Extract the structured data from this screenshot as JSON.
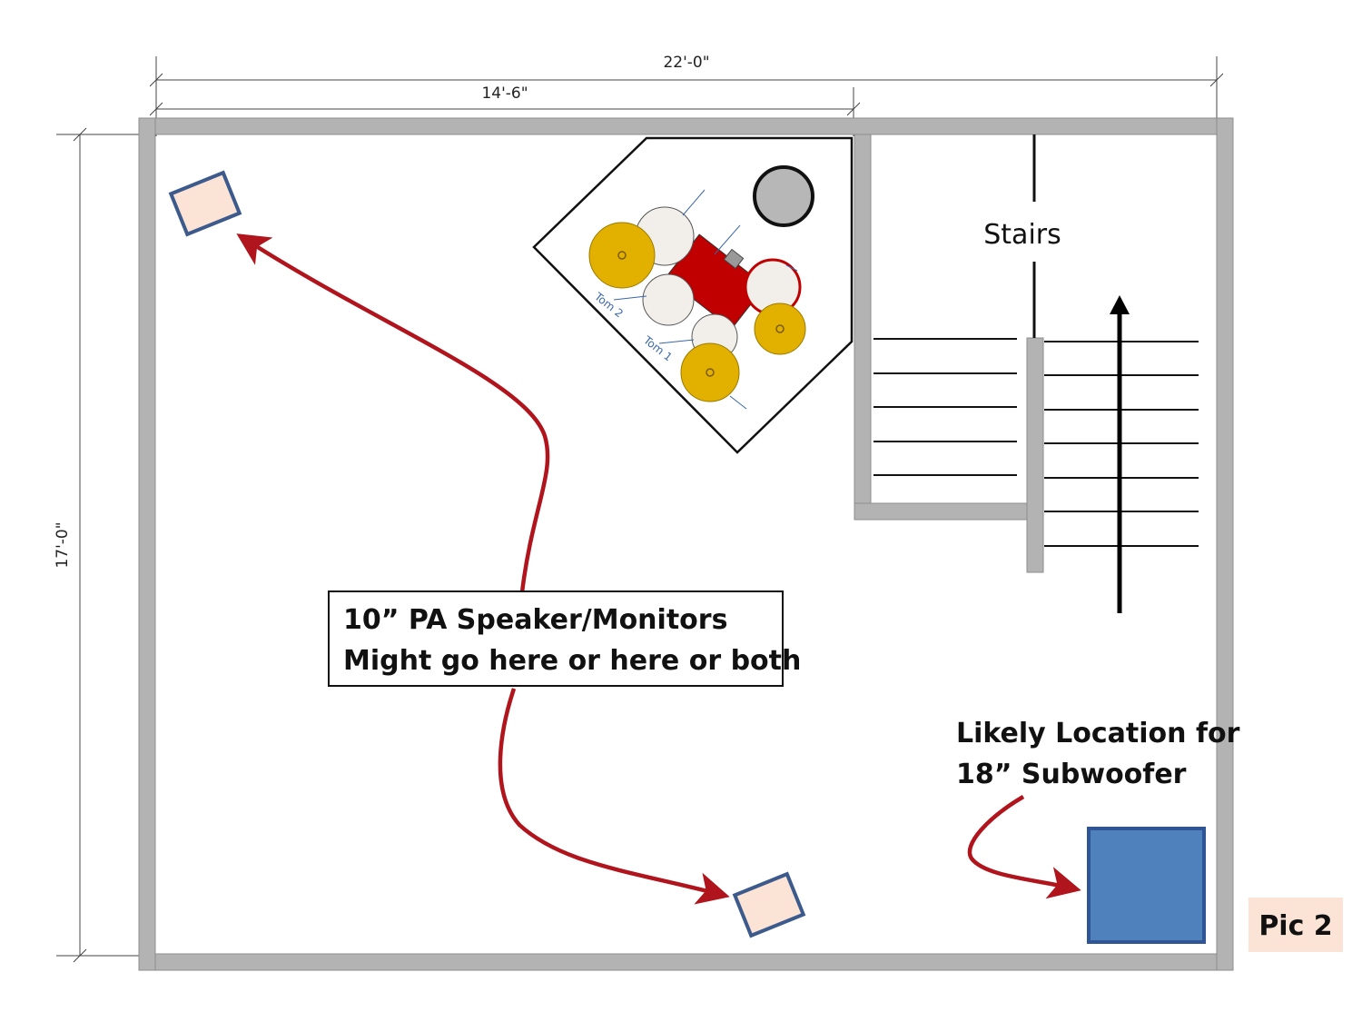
{
  "dimensions": {
    "total_width": "22'-0\"",
    "partial_width": "14'-6\"",
    "height": "17'-0\""
  },
  "labels": {
    "stairs": "Stairs",
    "speakers_line1": "10” PA Speaker/Monitors",
    "speakers_line2": "Might go here or here or both",
    "sub_line1": "Likely Location for",
    "sub_line2": "18” Subwoofer",
    "pic": "Pic 2"
  },
  "drum_kit": {
    "tom_labels": [
      "Tom 2",
      "Tom 1"
    ]
  },
  "colors": {
    "wall": "#b3b3b3",
    "arrow": "#b0141c",
    "speaker_fill": "#fbe4d5",
    "speaker_stroke": "#3d5a8c",
    "subwoofer": "#4f81bd",
    "cymbal": "#e2b100",
    "drum_body": "#c00000",
    "pic_badge": "#fbe4d5"
  }
}
